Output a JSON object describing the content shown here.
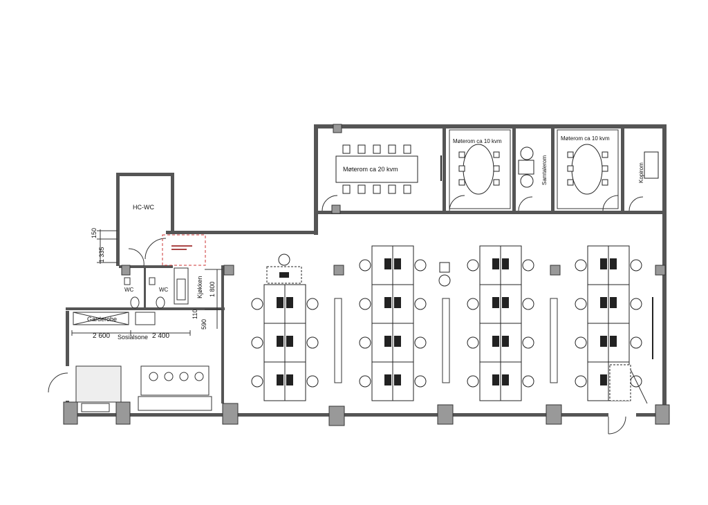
{
  "rooms": {
    "hc_wc": "HC-WC",
    "wc1": "WC",
    "wc2": "WC",
    "meeting_20": "Møterom ca 20 kvm",
    "meeting_10a": "Møterom ca 10 kvm",
    "meeting_10b": "Møterom ca 10 kvm",
    "quiet_room": "Samtalerom",
    "copy_room": "Kopirom",
    "kitchen": "Kjøkken",
    "wardrobe": "Garderobe",
    "social_zone": "Sosialsone"
  },
  "dimensions": {
    "d150": "150",
    "d1335": "1 335",
    "d1800": "1 800",
    "d110": "110",
    "d590": "590",
    "d2600": "2 600",
    "d2400": "2 400"
  },
  "colors": {
    "wall": "#555555",
    "line": "#222222",
    "accent_dashed": "#cc3333",
    "background": "#ffffff"
  }
}
